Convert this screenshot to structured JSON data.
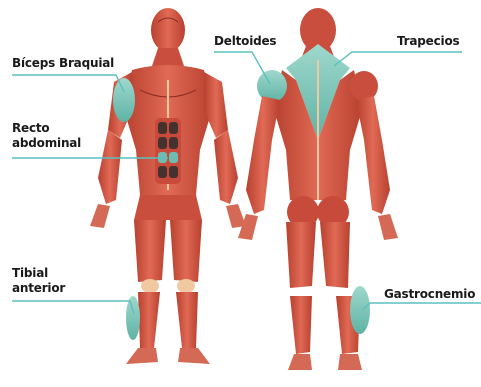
{
  "labels": {
    "biceps": "Bíceps Braquial",
    "recto_line1": "Recto",
    "recto_line2": "abdominal",
    "tibial_line1": "Tibial",
    "tibial_line2": "anterior",
    "deltoides": "Deltoides",
    "trapecios": "Trapecios",
    "gastrocnemio": "Gastrocnemio"
  },
  "colors": {
    "muscle": "#d9574a",
    "muscle_dark": "#b8402f",
    "tendon": "#f0c9a0",
    "highlight": "#7fc6b8",
    "leader_line": "#5bbfc0"
  }
}
